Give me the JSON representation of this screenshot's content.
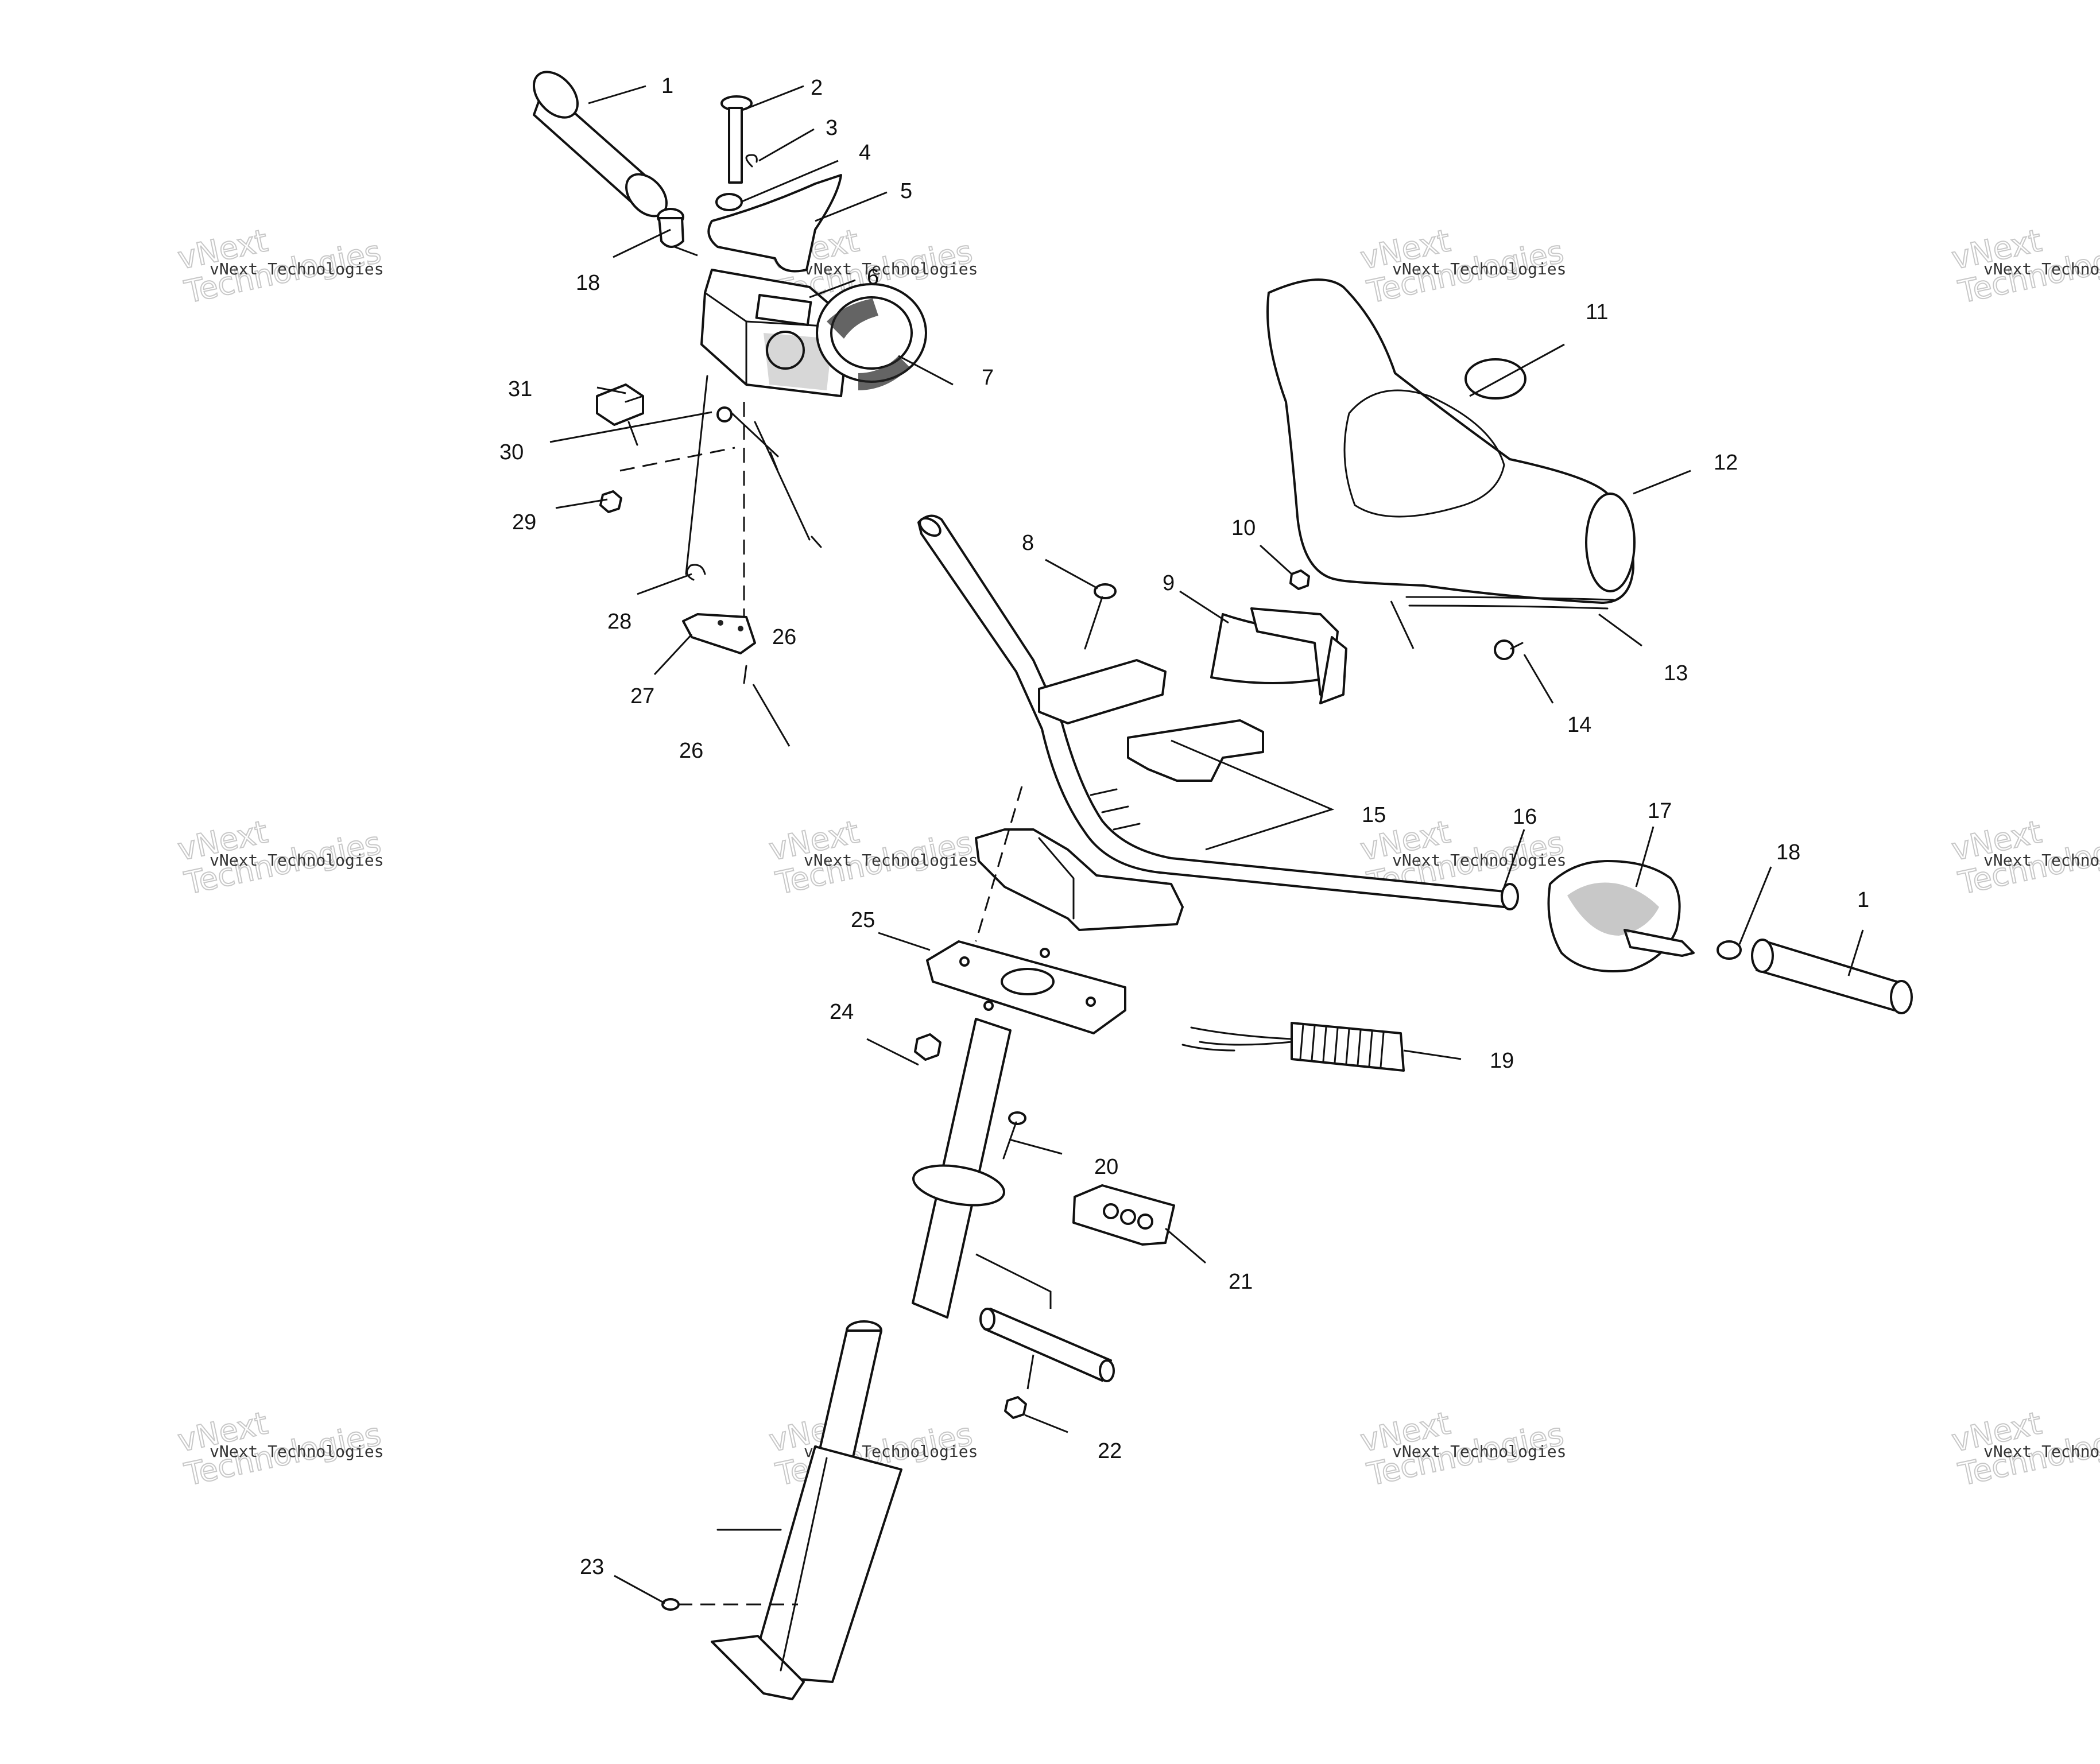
{
  "callouts": {
    "c1a": "1",
    "c1b": "1",
    "c2": "2",
    "c3": "3",
    "c4": "4",
    "c5": "5",
    "c6": "6",
    "c7": "7",
    "c8": "8",
    "c9": "9",
    "c10": "10",
    "c11": "11",
    "c12": "12",
    "c13": "13",
    "c14": "14",
    "c15": "15",
    "c16": "16",
    "c17": "17",
    "c18a": "18",
    "c18b": "18",
    "c19": "19",
    "c20": "20",
    "c21": "21",
    "c22": "22",
    "c23": "23",
    "c24": "24",
    "c25": "25",
    "c26a": "26",
    "c26b": "26",
    "c27": "27",
    "c28": "28",
    "c29": "29",
    "c30": "30",
    "c31": "31"
  },
  "watermark": {
    "line1": "vNext Technologies",
    "line2": "vNext",
    "line3": "Technologies"
  }
}
